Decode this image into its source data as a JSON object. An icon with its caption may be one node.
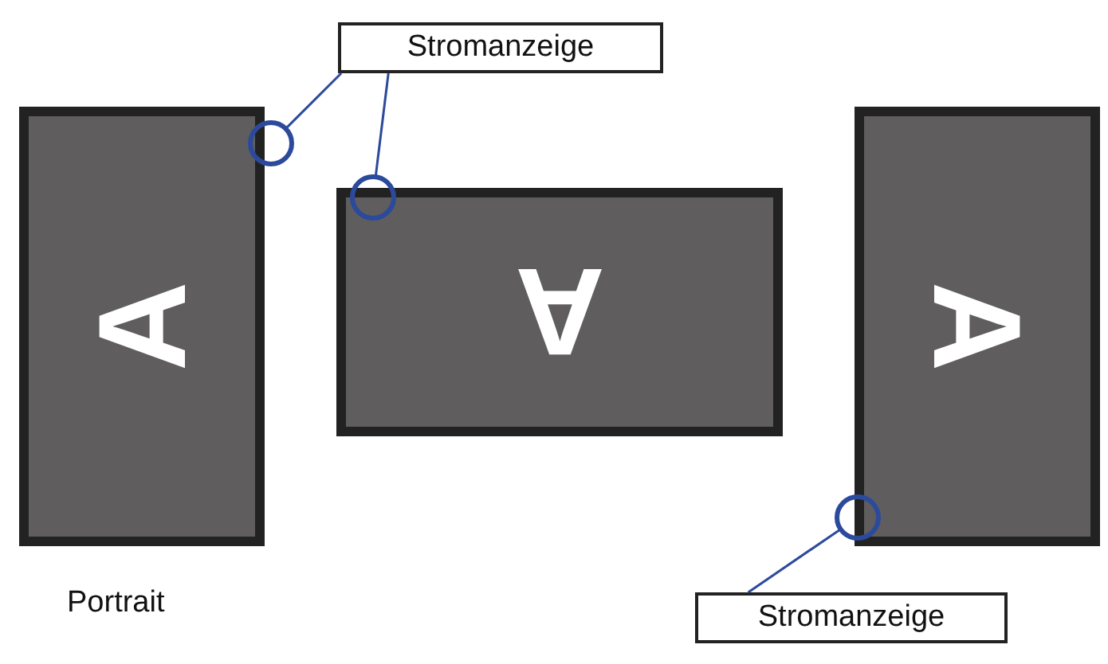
{
  "diagram": {
    "nodes": [
      {
        "text": [
          "Stromanzeige"
        ]
      },
      {
        "text": [
          "A"
        ]
      },
      {
        "text": [
          "A"
        ]
      },
      {
        "text": [
          "A"
        ]
      },
      {
        "text": [],
        "shape": "circle"
      },
      {
        "text": [],
        "shape": "circle"
      },
      {
        "text": [],
        "shape": "circle"
      },
      {
        "text": [
          "Stromanzeige"
        ]
      }
    ],
    "edges": [
      {
        "from": 0,
        "to": 4,
        "arrow": "none"
      },
      {
        "from": 0,
        "to": 5,
        "arrow": "none"
      },
      {
        "from": 7,
        "to": 6,
        "arrow": "none"
      }
    ],
    "labels": [
      "Portrait"
    ]
  }
}
